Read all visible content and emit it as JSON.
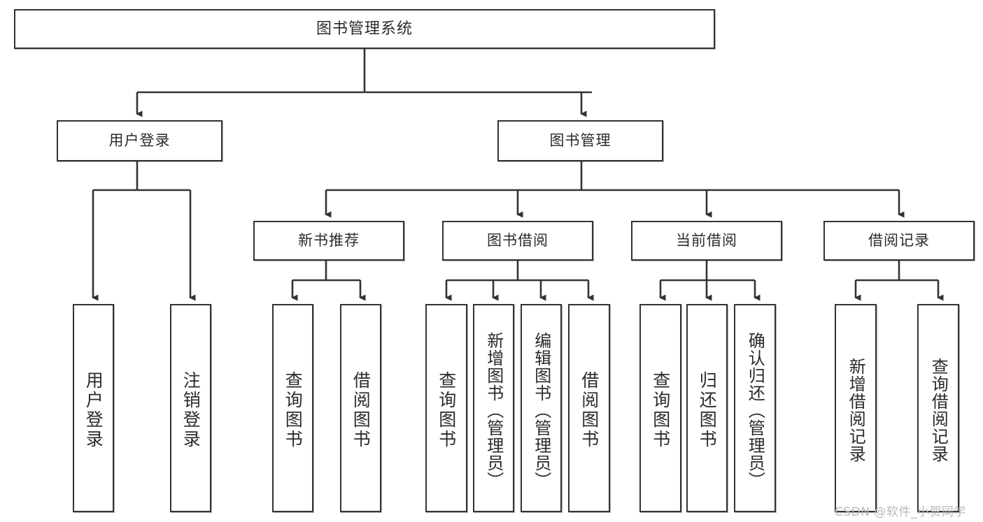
{
  "diagram": {
    "title": "图书管理系统",
    "root": {
      "label": "图书管理系统"
    },
    "level1": [
      {
        "label": "用户登录"
      },
      {
        "label": "图书管理"
      }
    ],
    "level2": [
      {
        "label": "新书推荐"
      },
      {
        "label": "图书借阅"
      },
      {
        "label": "当前借阅"
      },
      {
        "label": "借阅记录"
      }
    ],
    "leaves": {
      "user_login": [
        {
          "label": "用户登录"
        },
        {
          "label": "注销登录"
        }
      ],
      "new_book_recommend": [
        {
          "label": "查询图书"
        },
        {
          "label": "借阅图书"
        }
      ],
      "book_borrow": [
        {
          "label": "查询图书"
        },
        {
          "label": "新增图书（管理员）"
        },
        {
          "label": "编辑图书（管理员）"
        },
        {
          "label": "借阅图书"
        }
      ],
      "current_borrow": [
        {
          "label": "查询图书"
        },
        {
          "label": "归还图书"
        },
        {
          "label": "确认归还（管理员）"
        }
      ],
      "borrow_records": [
        {
          "label": "新增借阅记录"
        },
        {
          "label": "查询借阅记录"
        }
      ]
    }
  },
  "watermark": {
    "text": "CSDN @软件_小贺同学"
  },
  "colors": {
    "stroke": "#333333",
    "box_fill": "#ffffff",
    "text": "#2b2b2b",
    "watermark": "#b9b9b9"
  }
}
